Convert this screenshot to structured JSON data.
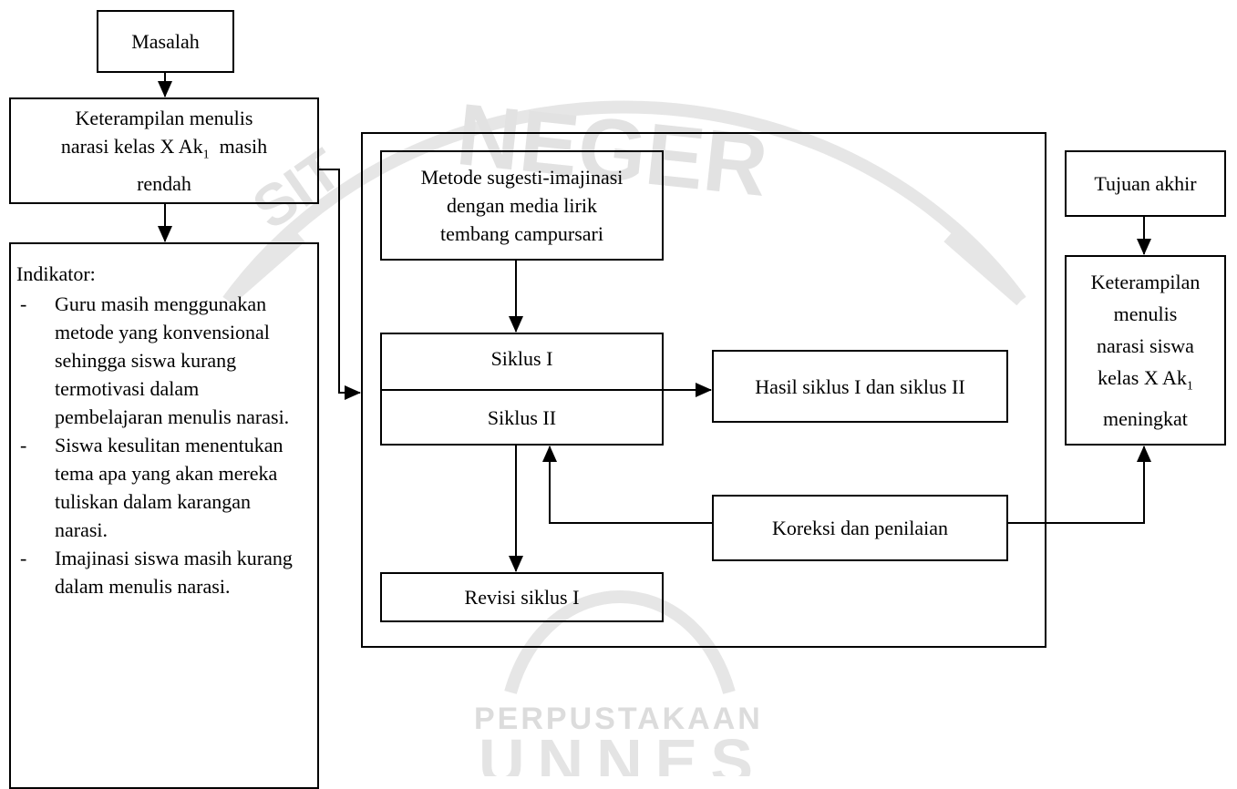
{
  "nodes": {
    "masalah": "Masalah",
    "keterampilan_rendah": {
      "line1": "Keterampilan menulis",
      "line2_pre": "narasi kelas X Ak",
      "line2_sub": "1",
      "line2_post": "  masih",
      "line3": "rendah"
    },
    "indikator": {
      "title": "Indikator:",
      "items": [
        "Guru masih menggunakan metode yang konvensional sehingga siswa kurang termotivasi dalam pembelajaran menulis narasi.",
        "Siswa kesulitan menentukan tema apa yang akan mereka tuliskan dalam karangan narasi.",
        "Imajinasi siswa masih kurang dalam menulis narasi."
      ]
    },
    "metode": {
      "line1": "Metode sugesti-imajinasi",
      "line2": "dengan media lirik",
      "line3": "tembang campursari"
    },
    "siklus1": "Siklus I",
    "siklus2": "Siklus II",
    "hasil": "Hasil siklus I dan siklus II",
    "koreksi": "Koreksi dan penilaian",
    "revisi": "Revisi siklus I",
    "tujuan": "Tujuan akhir",
    "keterampilan_meningkat": {
      "line1": "Keterampilan",
      "line2": "menulis",
      "line3": "narasi siswa",
      "line4_pre": "kelas X Ak",
      "line4_sub": "1",
      "line5": "meningkat"
    }
  },
  "watermark": {
    "top_text": "NEGER",
    "side_text": "SIT",
    "bottom_text": "PERPUSTAKAAN",
    "bottom_text2": "UNNES"
  }
}
